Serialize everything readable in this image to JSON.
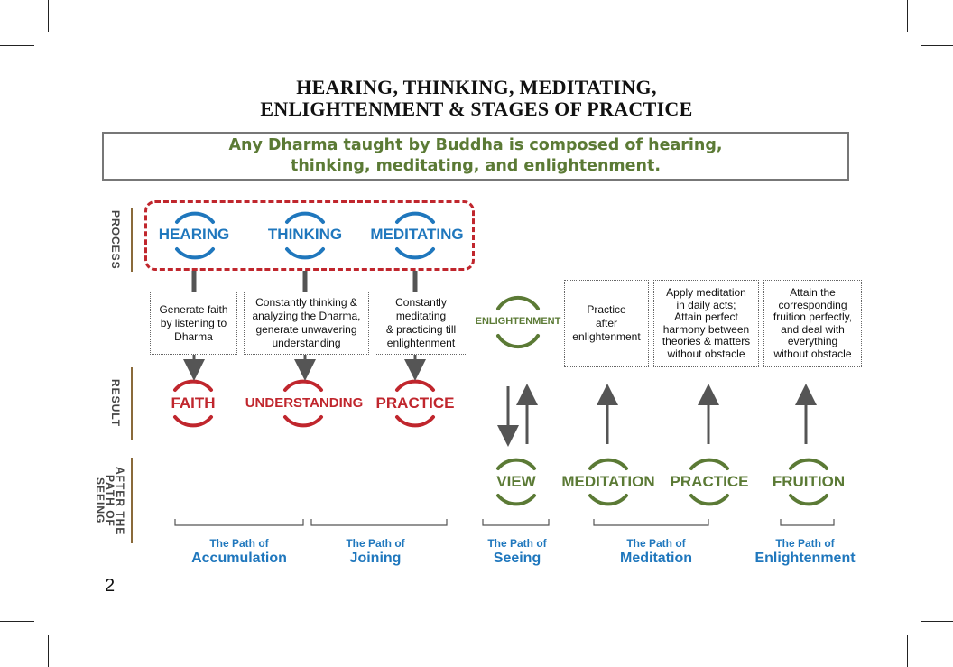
{
  "title": {
    "line1": "HEARING, THINKING, MEDITATING,",
    "line2": "ENLIGHTENMENT & STAGES OF PRACTICE"
  },
  "banner": {
    "line1": "Any Dharma taught by Buddha is composed of hearing,",
    "line2": "thinking, meditating, and enlightenment."
  },
  "side_labels": {
    "process": "PROCESS",
    "result": "RESULT",
    "after": "AFTER THE PATH OF SEEING"
  },
  "process": {
    "hearing": "HEARING",
    "thinking": "THINKING",
    "meditating": "MEDITATING",
    "enlightenment": "ENLIGHTENMENT"
  },
  "descriptions": {
    "hearing": [
      "Generate faith",
      "by listening to",
      "Dharma"
    ],
    "thinking": [
      "Constantly thinking &",
      "analyzing the Dharma,",
      "generate unwavering",
      "understanding"
    ],
    "meditating": [
      "Constantly",
      "meditating",
      "& practicing till",
      "enlightenment"
    ],
    "practice_after": [
      "Practice",
      "after",
      "enlightenment"
    ],
    "apply": [
      "Apply meditation",
      "in daily acts;",
      "Attain perfect",
      "harmony between",
      "theories & matters",
      "without obstacle"
    ],
    "attain": [
      "Attain the",
      "corresponding",
      "fruition perfectly,",
      "and deal with",
      "everything",
      "without obstacle"
    ]
  },
  "results": {
    "faith": "FAITH",
    "understanding": "UNDERSTANDING",
    "practice": "PRACTICE"
  },
  "after": {
    "view": "VIEW",
    "meditation": "MEDITATION",
    "practice": "PRACTICE",
    "fruition": "FRUITION"
  },
  "paths": [
    {
      "small": "The Path of",
      "big": "Accumulation"
    },
    {
      "small": "The Path of",
      "big": "Joining"
    },
    {
      "small": "The Path of",
      "big": "Seeing"
    },
    {
      "small": "The Path of",
      "big": "Meditation"
    },
    {
      "small": "The Path of",
      "big": "Enlightenment"
    }
  ],
  "page_number": "2",
  "colors": {
    "blue": "#1f77bd",
    "red": "#c0262d",
    "green": "#5b7a35",
    "arrow": "#555555"
  }
}
